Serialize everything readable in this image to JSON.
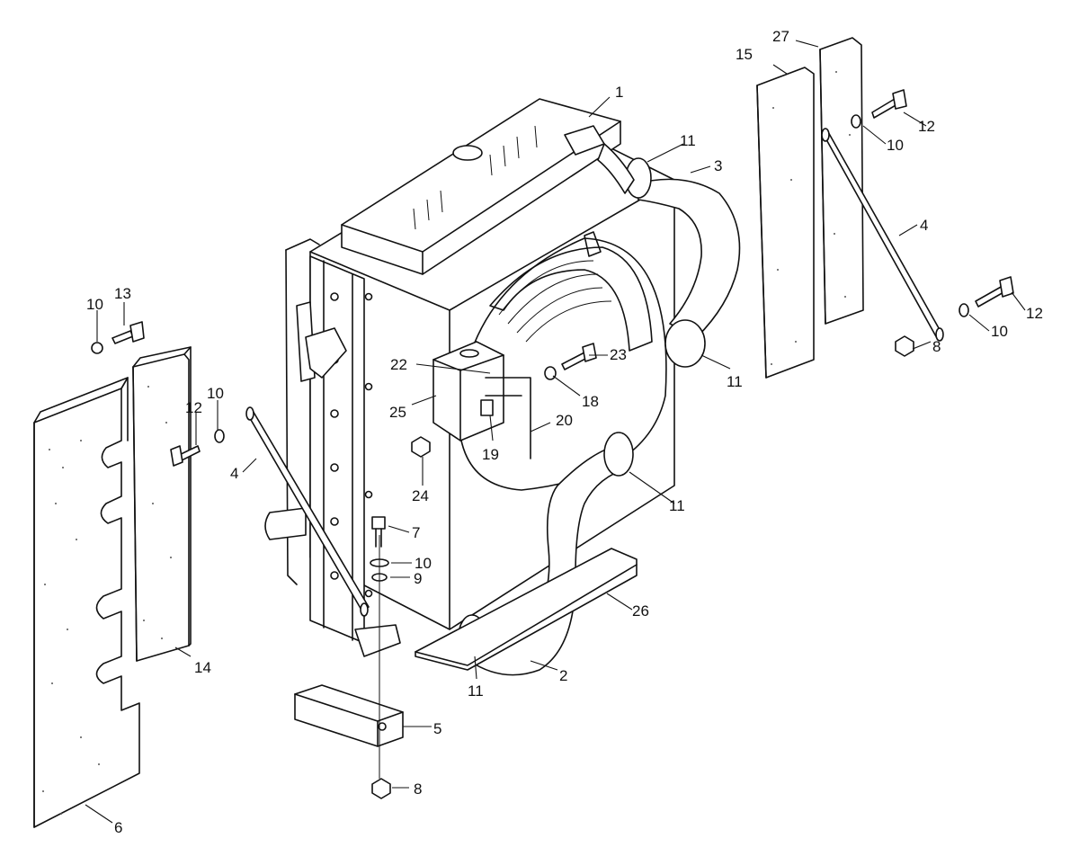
{
  "diagram": {
    "callouts": [
      {
        "id": "c1",
        "text": "1"
      },
      {
        "id": "c2",
        "text": "2"
      },
      {
        "id": "c3",
        "text": "3"
      },
      {
        "id": "c4l",
        "text": "4"
      },
      {
        "id": "c4r",
        "text": "4"
      },
      {
        "id": "c5",
        "text": "5"
      },
      {
        "id": "c6",
        "text": "6"
      },
      {
        "id": "c7",
        "text": "7"
      },
      {
        "id": "c8b",
        "text": "8"
      },
      {
        "id": "c8r",
        "text": "8"
      },
      {
        "id": "c9",
        "text": "9"
      },
      {
        "id": "c10a",
        "text": "10"
      },
      {
        "id": "c10b",
        "text": "10"
      },
      {
        "id": "c10c",
        "text": "10"
      },
      {
        "id": "c10d",
        "text": "10"
      },
      {
        "id": "c10e",
        "text": "10"
      },
      {
        "id": "c11a",
        "text": "11"
      },
      {
        "id": "c11b",
        "text": "11"
      },
      {
        "id": "c11c",
        "text": "11"
      },
      {
        "id": "c11d",
        "text": "11"
      },
      {
        "id": "c12a",
        "text": "12"
      },
      {
        "id": "c12b",
        "text": "12"
      },
      {
        "id": "c12c",
        "text": "12"
      },
      {
        "id": "c13",
        "text": "13"
      },
      {
        "id": "c14",
        "text": "14"
      },
      {
        "id": "c15",
        "text": "15"
      },
      {
        "id": "c18",
        "text": "18"
      },
      {
        "id": "c19",
        "text": "19"
      },
      {
        "id": "c20",
        "text": "20"
      },
      {
        "id": "c22",
        "text": "22"
      },
      {
        "id": "c23",
        "text": "23"
      },
      {
        "id": "c24",
        "text": "24"
      },
      {
        "id": "c25",
        "text": "25"
      },
      {
        "id": "c26",
        "text": "26"
      },
      {
        "id": "c27",
        "text": "27"
      }
    ]
  }
}
